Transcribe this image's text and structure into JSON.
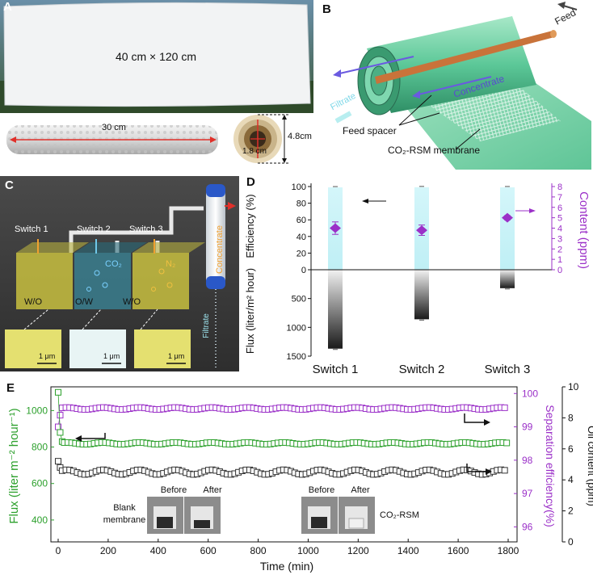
{
  "panels": {
    "a": {
      "label": "A",
      "fabric_size": "40 cm × 120 cm",
      "roll_length": "30 cm",
      "roll_diameter": "4.8cm",
      "core_diameter": "1.8 cm"
    },
    "b": {
      "label": "B",
      "feed": "Feed",
      "filtrate": "Filtrate",
      "concentrate": "Concentrate",
      "spacer": "Feed spacer",
      "membrane": "CO₂-RSM membrane"
    },
    "c": {
      "label": "C",
      "switches": [
        "Switch 1",
        "Switch 2",
        "Switch 3"
      ],
      "tank_labels": [
        "W/O",
        "O/W",
        "W/O"
      ],
      "gases": [
        "CO₂",
        "N₂"
      ],
      "concentrate": "Concentrate",
      "filtrate": "Filtrate",
      "scale_bars": [
        "1 μm",
        "1 μm",
        "1 μm"
      ]
    },
    "d": {
      "label": "D"
    },
    "e": {
      "label": "E",
      "photo_labels": [
        "Before",
        "After",
        "Before",
        "After"
      ],
      "blank_label": [
        "Blank",
        "membrane"
      ],
      "rsm_label": "CO₂-RSM"
    }
  },
  "colors": {
    "flux_green": "#2ca02c",
    "purple": "#9b30c8",
    "cyan_bar": "#bfeff5",
    "red_arrow": "#e0302a",
    "membrane_green": "#7fd8b0"
  },
  "chart_data": [
    {
      "type": "bar",
      "categories": [
        "Switch 1",
        "Switch 2",
        "Switch 3"
      ],
      "ylabel_left_top": "Efficiency (%)",
      "ylabel_left_bottom": "Flux (liter/m² hour)",
      "ylabel_right": "Content (ppm)",
      "efficiency": {
        "values": [
          99,
          99.2,
          99.1
        ],
        "ylim": [
          0,
          100
        ],
        "ticks": [
          "0",
          "20",
          "40",
          "60",
          "80",
          "100"
        ]
      },
      "flux": {
        "values": [
          1370,
          860,
          320
        ],
        "ylim": [
          0,
          1500
        ],
        "ticks": [
          "0",
          "500",
          "1000",
          "1500"
        ]
      },
      "content": {
        "values": [
          4.0,
          3.8,
          5.0
        ],
        "errors": [
          0.6,
          0.5,
          0.2
        ],
        "ylim": [
          0,
          8
        ],
        "ticks": [
          "0",
          "1",
          "2",
          "3",
          "4",
          "5",
          "6",
          "7",
          "8"
        ]
      }
    },
    {
      "type": "line",
      "xlabel": "Time (min)",
      "ylabel_left": "Flux (liter m⁻² hour⁻¹)",
      "ylabel_right1": "Separation efficiency(%)",
      "ylabel_right2": "Oil content (ppm)",
      "x_ticks": [
        "0",
        "200",
        "400",
        "600",
        "800",
        "1000",
        "1200",
        "1400",
        "1600",
        "1800"
      ],
      "xlim": [
        0,
        1800
      ],
      "flux_ticks": [
        "400",
        "600",
        "800",
        "1000"
      ],
      "flux_ylim": [
        280,
        1130
      ],
      "eff_ticks": [
        "96",
        "97",
        "98",
        "99",
        "100"
      ],
      "eff_ylim": [
        95.55,
        100.2
      ],
      "oil_ticks": [
        "0",
        "2",
        "4",
        "6",
        "8",
        "10"
      ],
      "oil_ylim": [
        0,
        10
      ],
      "series": [
        {
          "name": "Separation efficiency",
          "axis": "eff",
          "start": [
            99.0,
            99.35
          ],
          "level": 99.55
        },
        {
          "name": "Flux",
          "axis": "flux",
          "start": [
            1100,
            880,
            830
          ],
          "level": 820
        },
        {
          "name": "Oil content",
          "axis": "oil",
          "start": [
            5.2,
            4.8
          ],
          "level": 4.5
        }
      ]
    }
  ]
}
